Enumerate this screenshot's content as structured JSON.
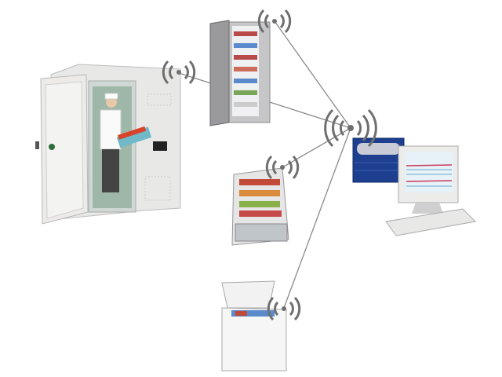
{
  "diagram": {
    "nodes": [
      {
        "id": "walk-in-cold-room",
        "icon": "walk-in-cold-room-icon"
      },
      {
        "id": "upright-freezer",
        "icon": "upright-freezer-icon"
      },
      {
        "id": "display-case",
        "icon": "refrigerated-display-case-icon"
      },
      {
        "id": "chest-freezer",
        "icon": "chest-freezer-icon"
      },
      {
        "id": "wireless-hub",
        "icon": "wireless-signal-icon"
      },
      {
        "id": "controller",
        "icon": "monitoring-controller-icon"
      },
      {
        "id": "computer",
        "icon": "computer-monitor-icon"
      }
    ],
    "edges": [
      [
        "walk-in-cold-room",
        "wireless-hub"
      ],
      [
        "upright-freezer",
        "wireless-hub"
      ],
      [
        "display-case",
        "wireless-hub"
      ],
      [
        "chest-freezer",
        "wireless-hub"
      ]
    ],
    "colors": {
      "link": "#8a8a8a",
      "signal": "#707070",
      "controller": "#1e3f8f",
      "appliance": "#e6e6e4"
    }
  }
}
